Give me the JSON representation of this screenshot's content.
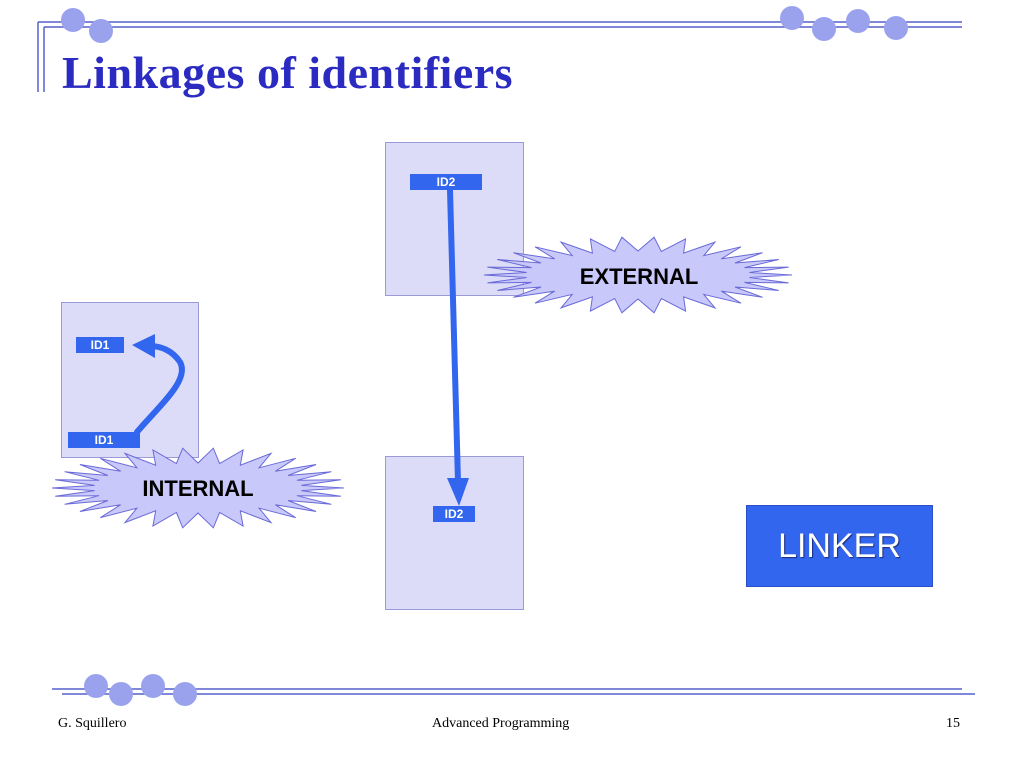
{
  "slide": {
    "title": "Linkages of identifiers",
    "footer": {
      "author": "G. Squillero",
      "course": "Advanced Programming",
      "page_number": "15"
    }
  },
  "diagram": {
    "id_labels": {
      "id1_top": "ID1",
      "id1_bottom": "ID1",
      "id2_top": "ID2",
      "id2_bottom": "ID2"
    },
    "bursts": {
      "external": "EXTERNAL",
      "internal": "INTERNAL"
    },
    "linker": "LINKER"
  },
  "colors": {
    "title": "#2b2bc2",
    "box_fill": "#dcdcf8",
    "tag_fill": "#3366ee",
    "arrow": "#3366ee",
    "burst_fill": "#c8c8fa",
    "decor_circle": "#9aa2ee",
    "rule": "#5560cc"
  },
  "icons": [
    "decorative-circle-icon",
    "arrow-icon",
    "burst-icon"
  ]
}
